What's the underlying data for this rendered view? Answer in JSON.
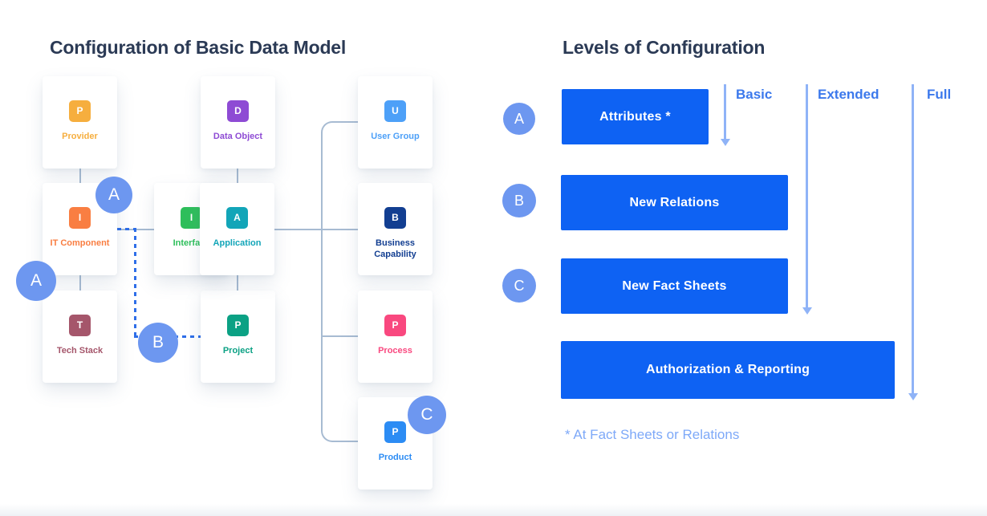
{
  "left_panel": {
    "title": "Configuration of Basic Data Model",
    "cards": [
      {
        "id": "provider",
        "letter": "P",
        "label": "Provider",
        "color": "#F6AE3E"
      },
      {
        "id": "data-object",
        "letter": "D",
        "label": "Data Object",
        "color": "#8E4BD4"
      },
      {
        "id": "user-group",
        "letter": "U",
        "label": "User Group",
        "color": "#4DA0F8"
      },
      {
        "id": "it-component",
        "letter": "I",
        "label": "IT Component",
        "color": "#F97E42"
      },
      {
        "id": "interface",
        "letter": "I",
        "label": "Interface",
        "color": "#2EBF5B"
      },
      {
        "id": "application",
        "letter": "A",
        "label": "Application",
        "color": "#12A5B8"
      },
      {
        "id": "business-capability",
        "letter": "B",
        "label": "Business Capability",
        "color": "#123E91"
      },
      {
        "id": "tech-stack",
        "letter": "T",
        "label": "Tech Stack",
        "color": "#A5566B"
      },
      {
        "id": "project",
        "letter": "P",
        "label": "Project",
        "color": "#0BA184"
      },
      {
        "id": "process",
        "letter": "P",
        "label": "Process",
        "color": "#F9487F"
      },
      {
        "id": "product",
        "letter": "P",
        "label": "Product",
        "color": "#2C8CF4"
      }
    ],
    "markers": [
      {
        "id": "marker-a-top",
        "label": "A"
      },
      {
        "id": "marker-a-left",
        "label": "A"
      },
      {
        "id": "marker-b",
        "label": "B"
      },
      {
        "id": "marker-c",
        "label": "C"
      }
    ]
  },
  "right_panel": {
    "title": "Levels of Configuration",
    "rows": [
      {
        "marker": "A",
        "bar_label": "Attributes *"
      },
      {
        "marker": "B",
        "bar_label": "New Relations"
      },
      {
        "marker": "C",
        "bar_label": "New Fact Sheets"
      },
      {
        "marker": "",
        "bar_label": "Authorization & Reporting"
      }
    ],
    "levels": [
      {
        "label": "Basic"
      },
      {
        "label": "Extended"
      },
      {
        "label": "Full"
      }
    ],
    "footnote": "* At Fact Sheets or Relations"
  },
  "colors": {
    "title_text": "#2B3A55",
    "bar_blue": "#0E62F3",
    "marker_blue": "#6D97F0",
    "arrow_blue": "#8FB3F7",
    "level_label_blue": "#3C79EC",
    "footnote_blue": "#7EA9F8",
    "dashed_line_blue": "#2E6EE8",
    "connector_gray": "#A7BBD2"
  }
}
